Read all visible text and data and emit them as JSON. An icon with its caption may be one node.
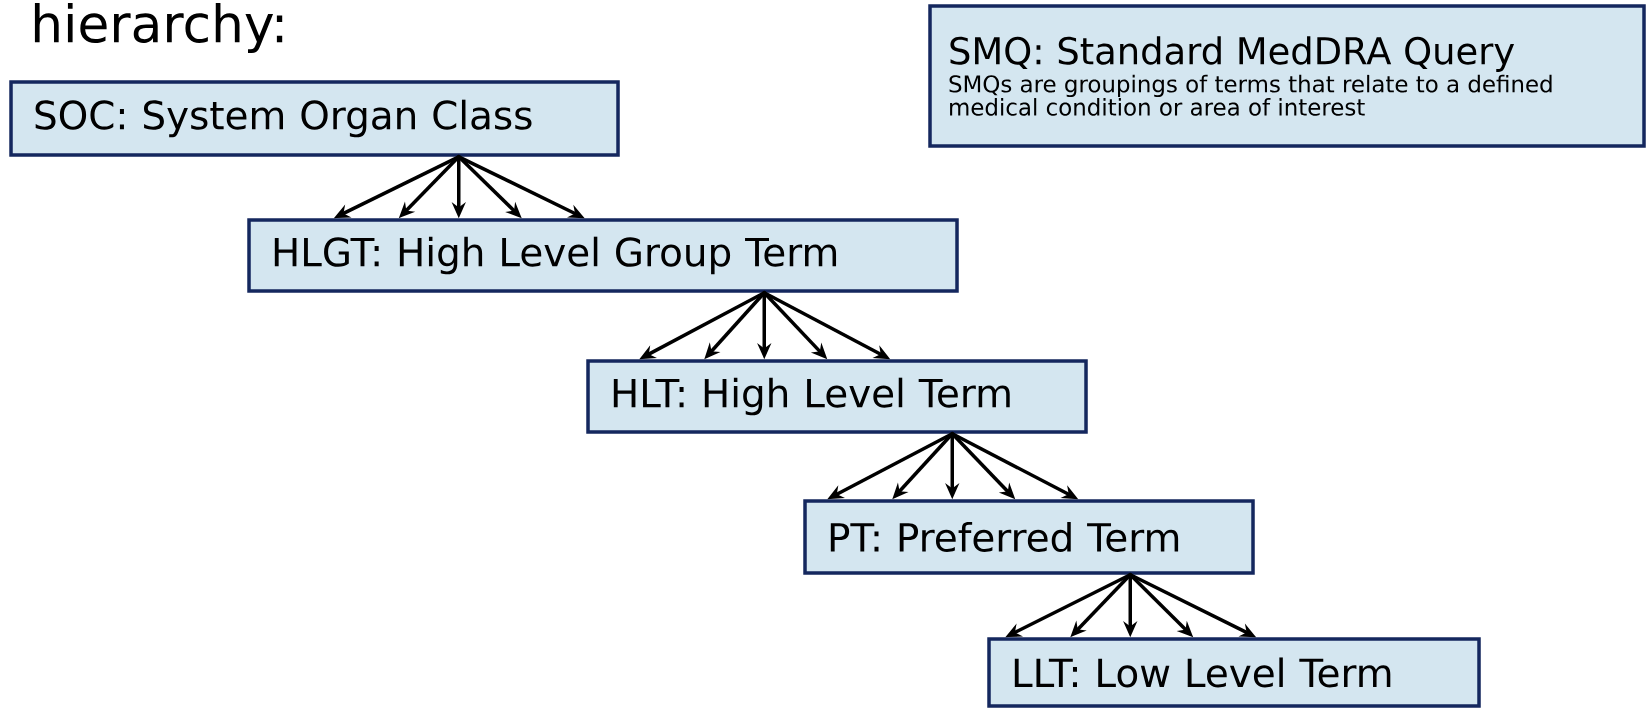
{
  "diagram": {
    "title": "hierarchy:",
    "nodes": [
      {
        "text": [
          "SMQ: Standard MedDRA Query",
          "SMQs are groupings of terms that relate to a defined medical condition or area of interest"
        ]
      },
      {
        "text": [
          "SOC: System Organ Class"
        ]
      },
      {
        "text": [
          "HLGT: High Level Group Term"
        ]
      },
      {
        "text": [
          "HLT: High Level Term"
        ]
      },
      {
        "text": [
          "PT: Preferred Term"
        ]
      },
      {
        "text": [
          "LLT: Low Level Term"
        ]
      }
    ],
    "edges": [
      {
        "from": 1,
        "to": 2,
        "arrow": "to"
      },
      {
        "from": 1,
        "to": 2,
        "arrow": "to"
      },
      {
        "from": 1,
        "to": 2,
        "arrow": "to"
      },
      {
        "from": 1,
        "to": 2,
        "arrow": "to"
      },
      {
        "from": 1,
        "to": 2,
        "arrow": "to"
      },
      {
        "from": 2,
        "to": 3,
        "arrow": "to"
      },
      {
        "from": 2,
        "to": 3,
        "arrow": "to"
      },
      {
        "from": 2,
        "to": 3,
        "arrow": "to"
      },
      {
        "from": 2,
        "to": 3,
        "arrow": "to"
      },
      {
        "from": 2,
        "to": 3,
        "arrow": "to"
      },
      {
        "from": 3,
        "to": 4,
        "arrow": "to"
      },
      {
        "from": 3,
        "to": 4,
        "arrow": "to"
      },
      {
        "from": 3,
        "to": 4,
        "arrow": "to"
      },
      {
        "from": 3,
        "to": 4,
        "arrow": "to"
      },
      {
        "from": 3,
        "to": 4,
        "arrow": "to"
      },
      {
        "from": 4,
        "to": 5,
        "arrow": "to"
      },
      {
        "from": 4,
        "to": 5,
        "arrow": "to"
      },
      {
        "from": 4,
        "to": 5,
        "arrow": "to"
      },
      {
        "from": 4,
        "to": 5,
        "arrow": "to"
      },
      {
        "from": 4,
        "to": 5,
        "arrow": "to"
      }
    ]
  }
}
